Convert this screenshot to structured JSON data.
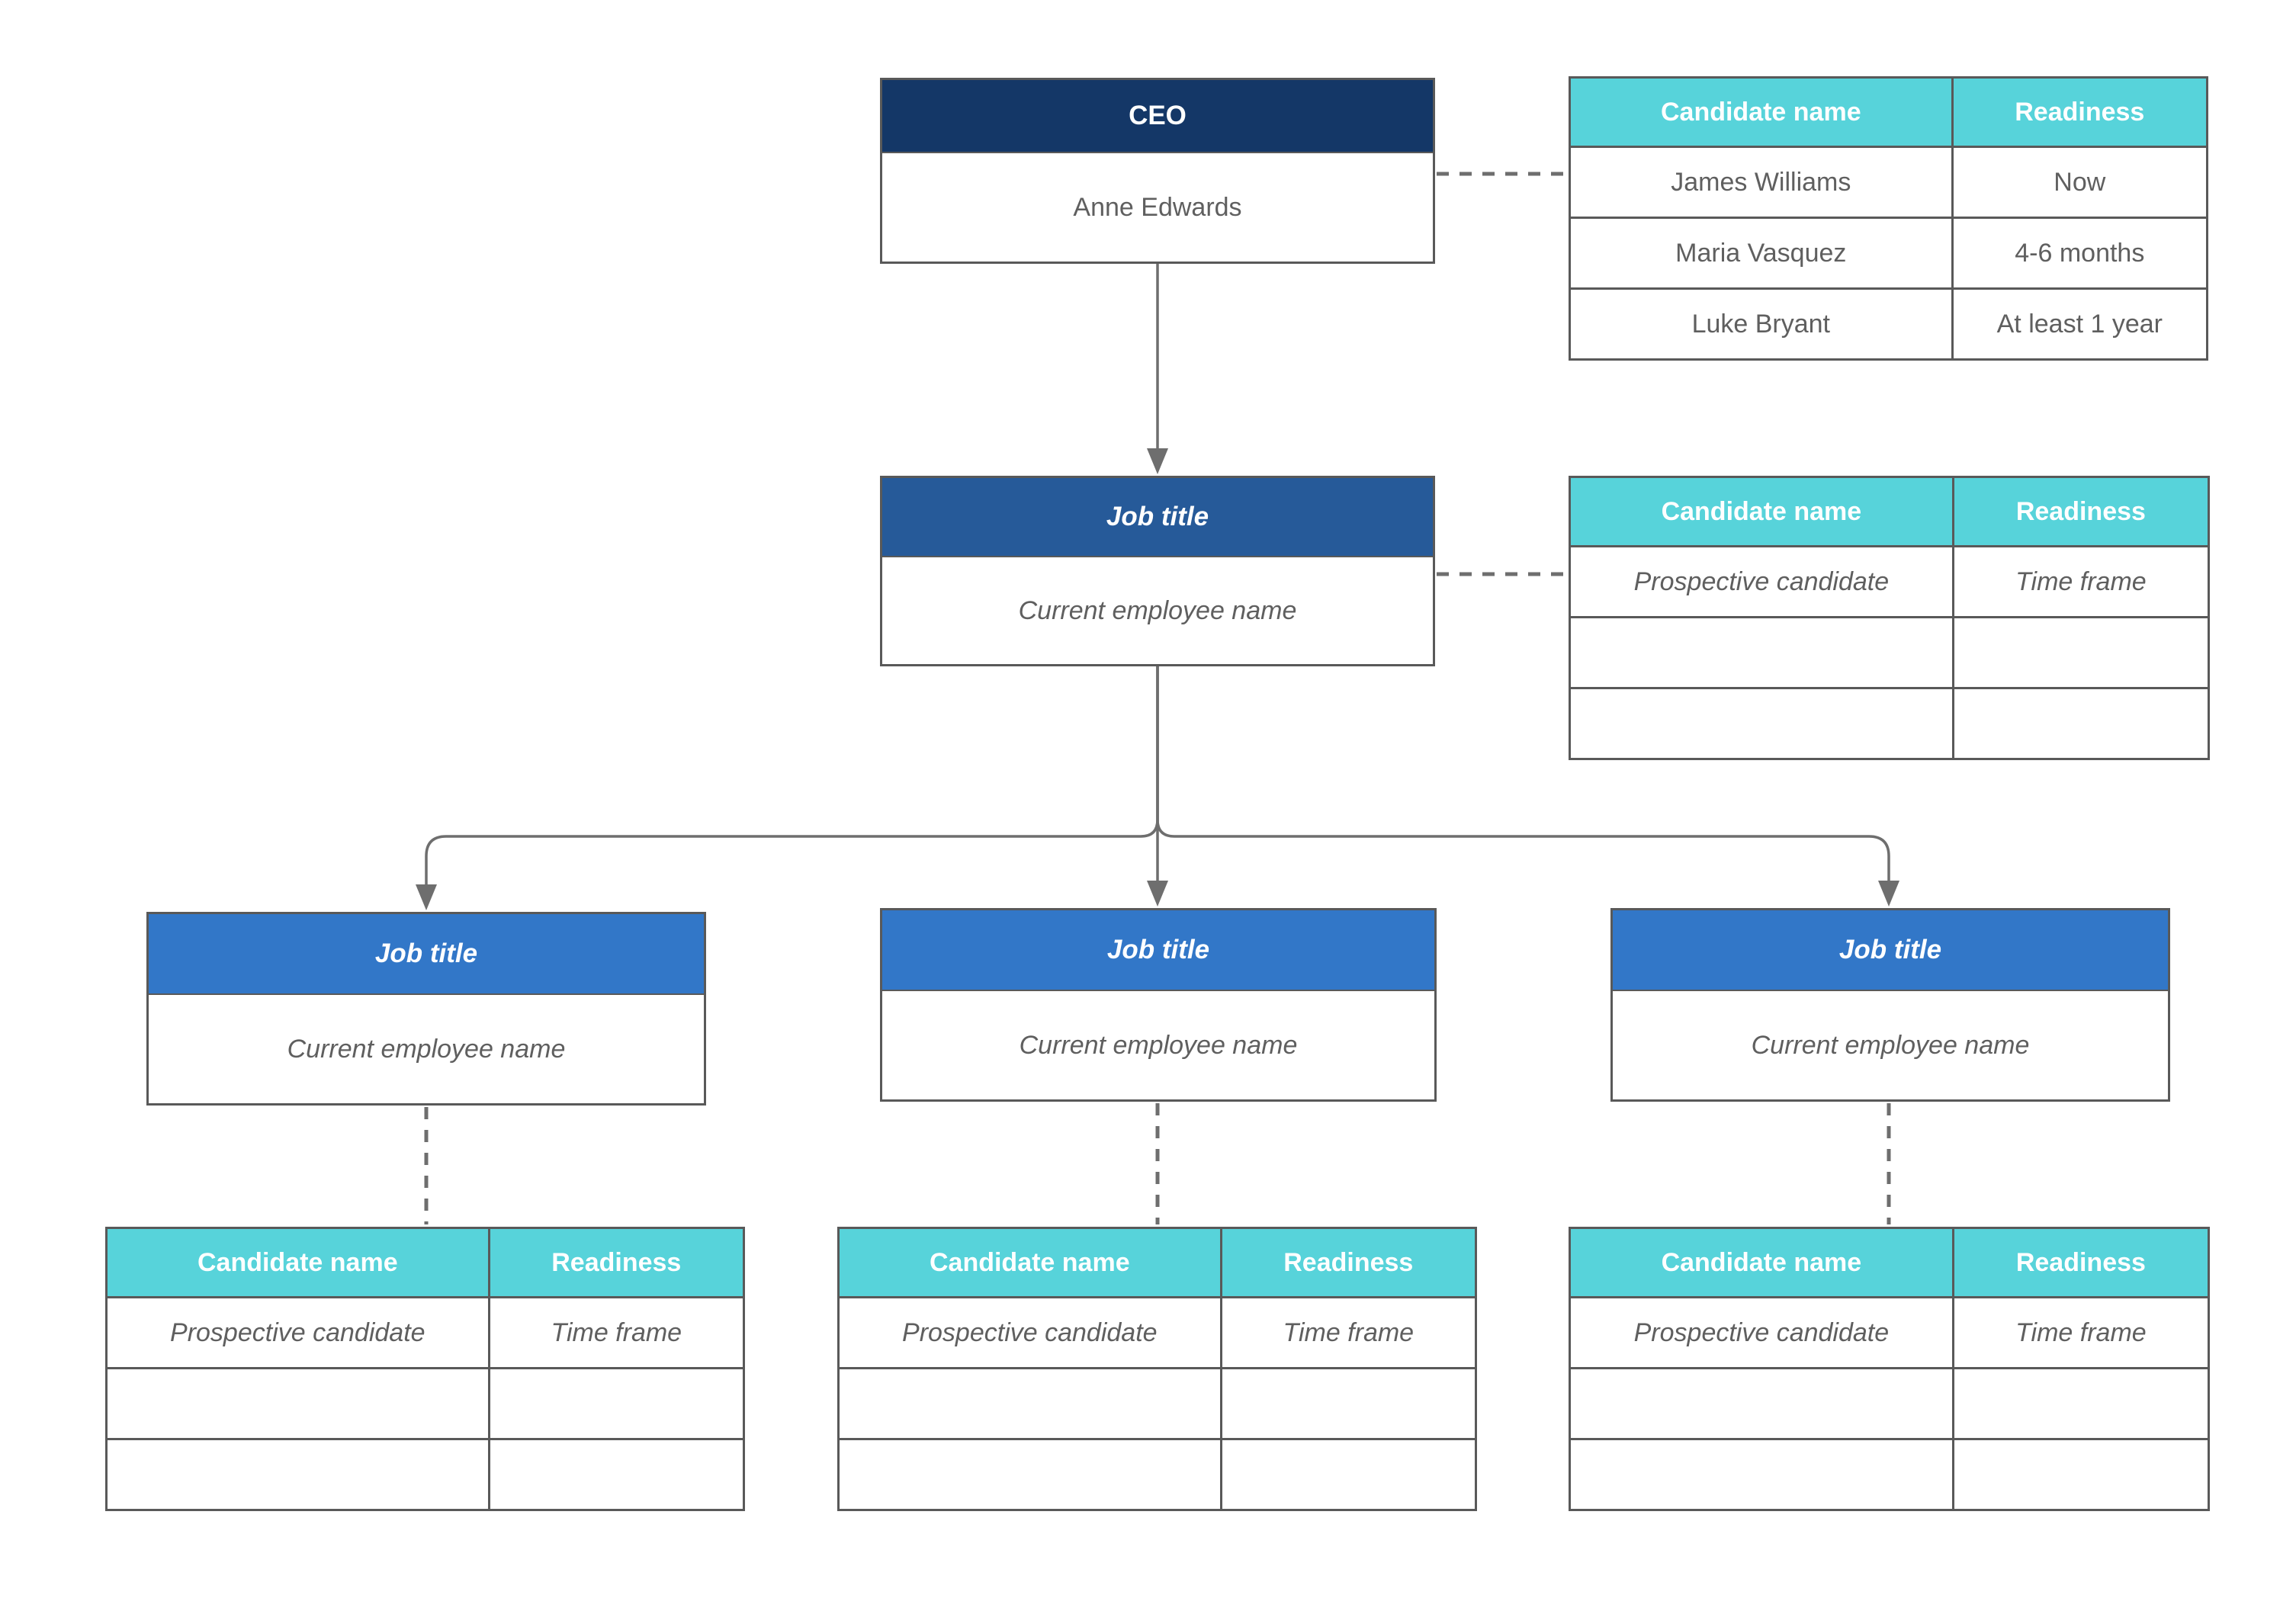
{
  "palette": {
    "ceo-header": "#143767",
    "manager-header": "#265A99",
    "child-header": "#3277C8",
    "table-header": "#57D3DA",
    "line": "#6E6E6E",
    "border": "#595959",
    "text-muted": "#5F5F5F"
  },
  "nodes": {
    "ceo": {
      "title": "CEO",
      "employee": "Anne Edwards"
    },
    "manager": {
      "title": "Job title",
      "employee": "Current employee name"
    },
    "child1": {
      "title": "Job title",
      "employee": "Current employee name"
    },
    "child2": {
      "title": "Job title",
      "employee": "Current employee name"
    },
    "child3": {
      "title": "Job title",
      "employee": "Current employee name"
    }
  },
  "tables": {
    "ceo": {
      "headers": [
        "Candidate name",
        "Readiness"
      ],
      "rows": [
        [
          "James Williams",
          "Now"
        ],
        [
          "Maria Vasquez",
          "4-6 months"
        ],
        [
          "Luke Bryant",
          "At least 1 year"
        ]
      ]
    },
    "manager": {
      "headers": [
        "Candidate name",
        "Readiness"
      ],
      "rows": [
        [
          "Prospective candidate",
          "Time frame"
        ],
        [
          "",
          ""
        ],
        [
          "",
          ""
        ]
      ]
    },
    "child1": {
      "headers": [
        "Candidate name",
        "Readiness"
      ],
      "rows": [
        [
          "Prospective candidate",
          "Time frame"
        ],
        [
          "",
          ""
        ],
        [
          "",
          ""
        ]
      ]
    },
    "child2": {
      "headers": [
        "Candidate name",
        "Readiness"
      ],
      "rows": [
        [
          "Prospective candidate",
          "Time frame"
        ],
        [
          "",
          ""
        ],
        [
          "",
          ""
        ]
      ]
    },
    "child3": {
      "headers": [
        "Candidate name",
        "Readiness"
      ],
      "rows": [
        [
          "Prospective candidate",
          "Time frame"
        ],
        [
          "",
          ""
        ],
        [
          "",
          ""
        ]
      ]
    }
  }
}
